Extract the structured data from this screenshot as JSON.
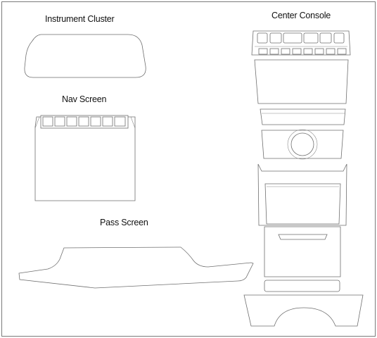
{
  "labels": {
    "instrument_cluster": "Instrument Cluster",
    "nav_screen": "Nav Screen",
    "pass_screen": "Pass Screen",
    "center_console": "Center Console"
  },
  "colors": {
    "outline": "#6f6f6f",
    "text": "#111111",
    "background": "#ffffff"
  }
}
